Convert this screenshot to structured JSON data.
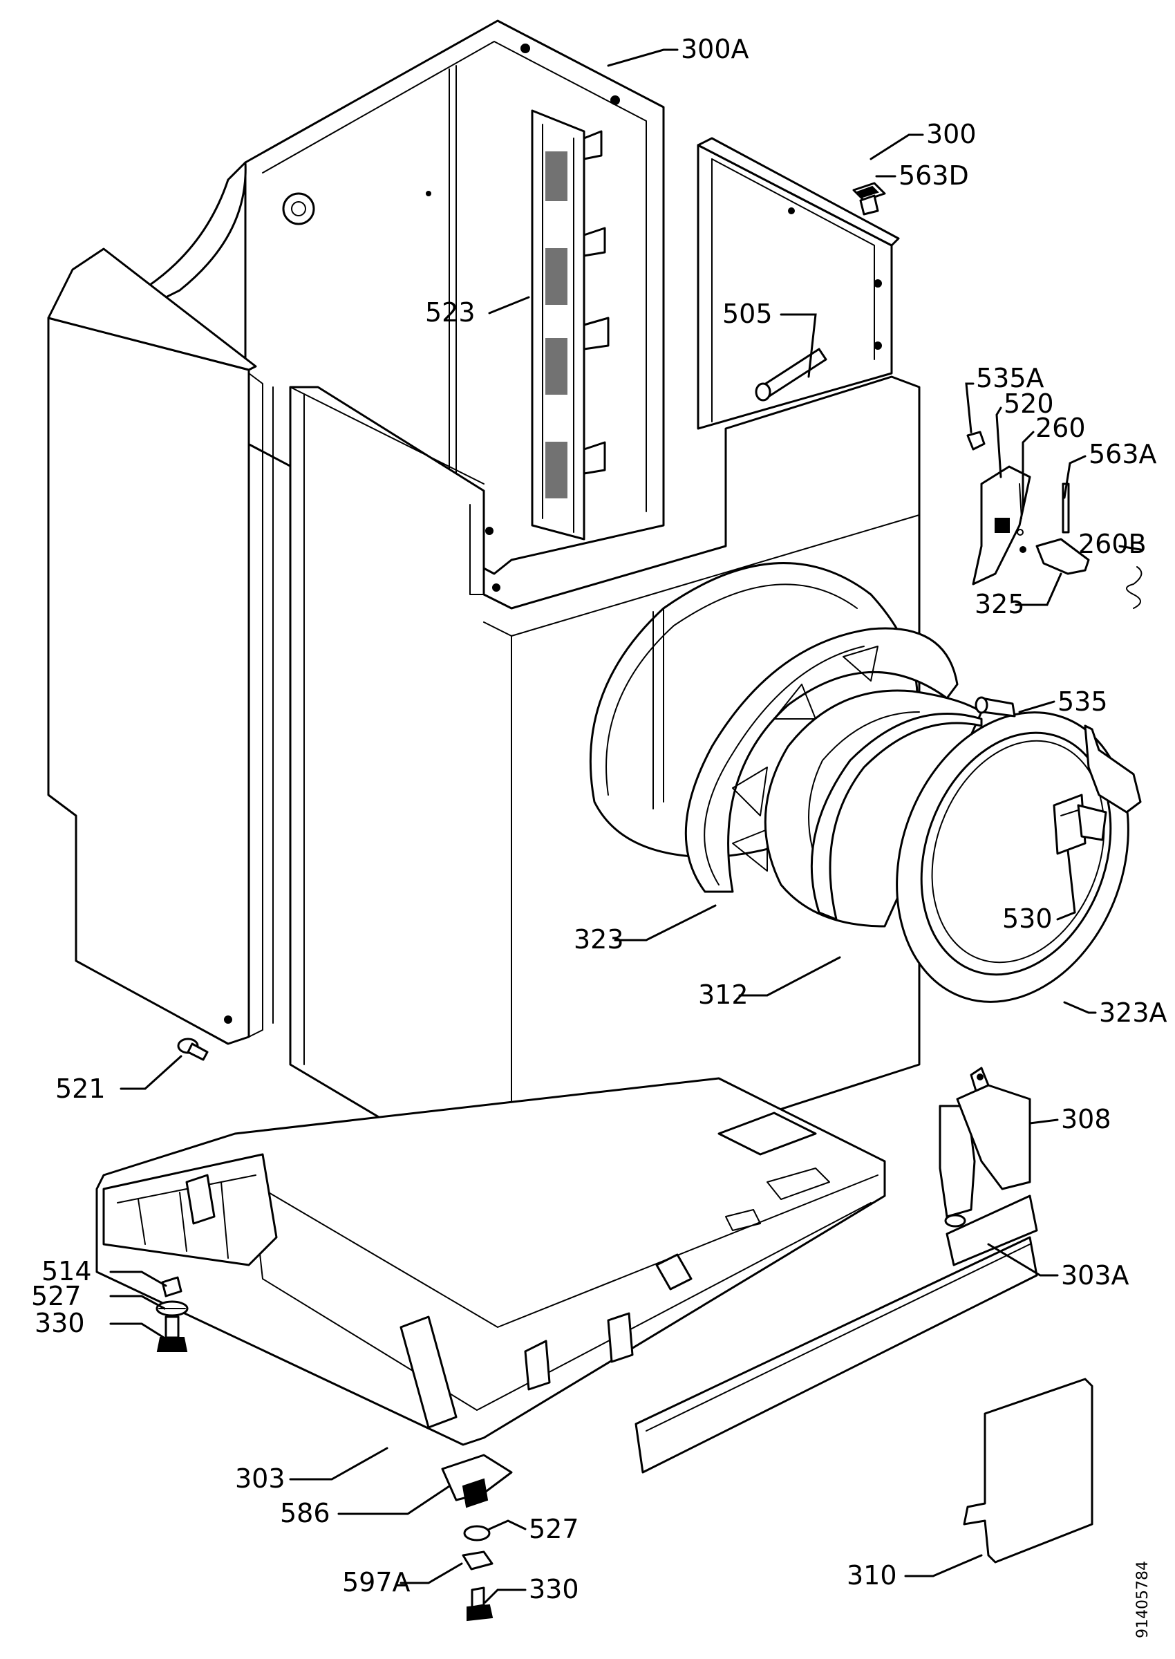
{
  "callouts": [
    {
      "id": "c300A",
      "label": "300A"
    },
    {
      "id": "c300",
      "label": "300"
    },
    {
      "id": "c563D",
      "label": "563D"
    },
    {
      "id": "c523",
      "label": "523"
    },
    {
      "id": "c505",
      "label": "505"
    },
    {
      "id": "c535A",
      "label": "535A"
    },
    {
      "id": "c520",
      "label": "520"
    },
    {
      "id": "c260",
      "label": "260"
    },
    {
      "id": "c563A",
      "label": "563A"
    },
    {
      "id": "c260B",
      "label": "260B"
    },
    {
      "id": "c325",
      "label": "325"
    },
    {
      "id": "c535",
      "label": "535"
    },
    {
      "id": "c530",
      "label": "530"
    },
    {
      "id": "c323",
      "label": "323"
    },
    {
      "id": "c312",
      "label": "312"
    },
    {
      "id": "c323A",
      "label": "323A"
    },
    {
      "id": "c521",
      "label": "521"
    },
    {
      "id": "c308",
      "label": "308"
    },
    {
      "id": "c303A",
      "label": "303A"
    },
    {
      "id": "c514",
      "label": "514"
    },
    {
      "id": "c527a",
      "label": "527"
    },
    {
      "id": "c330a",
      "label": "330"
    },
    {
      "id": "c303",
      "label": "303"
    },
    {
      "id": "c586",
      "label": "586"
    },
    {
      "id": "c527b",
      "label": "527"
    },
    {
      "id": "c597A",
      "label": "597A"
    },
    {
      "id": "c330b",
      "label": "330"
    },
    {
      "id": "c310",
      "label": "310"
    }
  ],
  "document_number": "91405784"
}
